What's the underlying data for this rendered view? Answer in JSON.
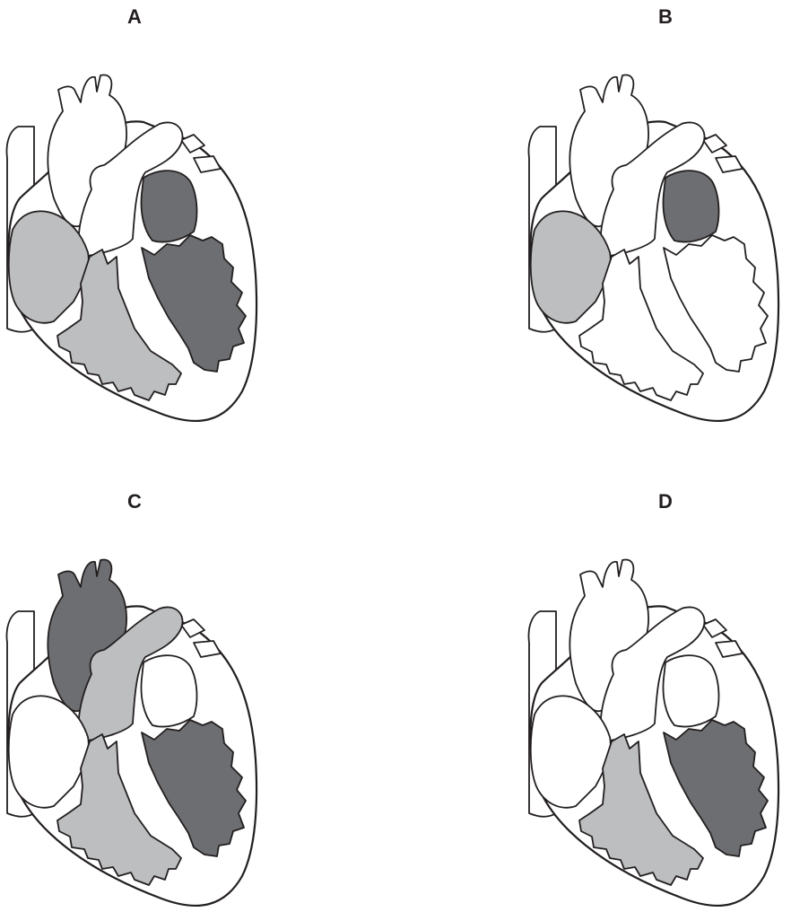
{
  "colors": {
    "outline": "#231f20",
    "oxygenated_dark": "#6d6e71",
    "deoxygenated_light": "#bcbec0",
    "unfilled": "#ffffff"
  },
  "panels": [
    {
      "label": "A",
      "fills": {
        "right_atrium": "light",
        "right_ventricle": "light",
        "left_atrium": "dark",
        "left_ventricle": "dark",
        "aorta": "none",
        "pulmonary_artery": "none"
      }
    },
    {
      "label": "B",
      "fills": {
        "right_atrium": "light",
        "right_ventricle": "none",
        "left_atrium": "dark",
        "left_ventricle": "none",
        "aorta": "none",
        "pulmonary_artery": "none"
      }
    },
    {
      "label": "C",
      "fills": {
        "right_atrium": "none",
        "right_ventricle": "light",
        "left_atrium": "none",
        "left_ventricle": "dark",
        "aorta": "dark",
        "pulmonary_artery": "light"
      }
    },
    {
      "label": "D",
      "fills": {
        "right_atrium": "none",
        "right_ventricle": "light",
        "left_atrium": "none",
        "left_ventricle": "dark",
        "aorta": "none",
        "pulmonary_artery": "none"
      }
    }
  ]
}
